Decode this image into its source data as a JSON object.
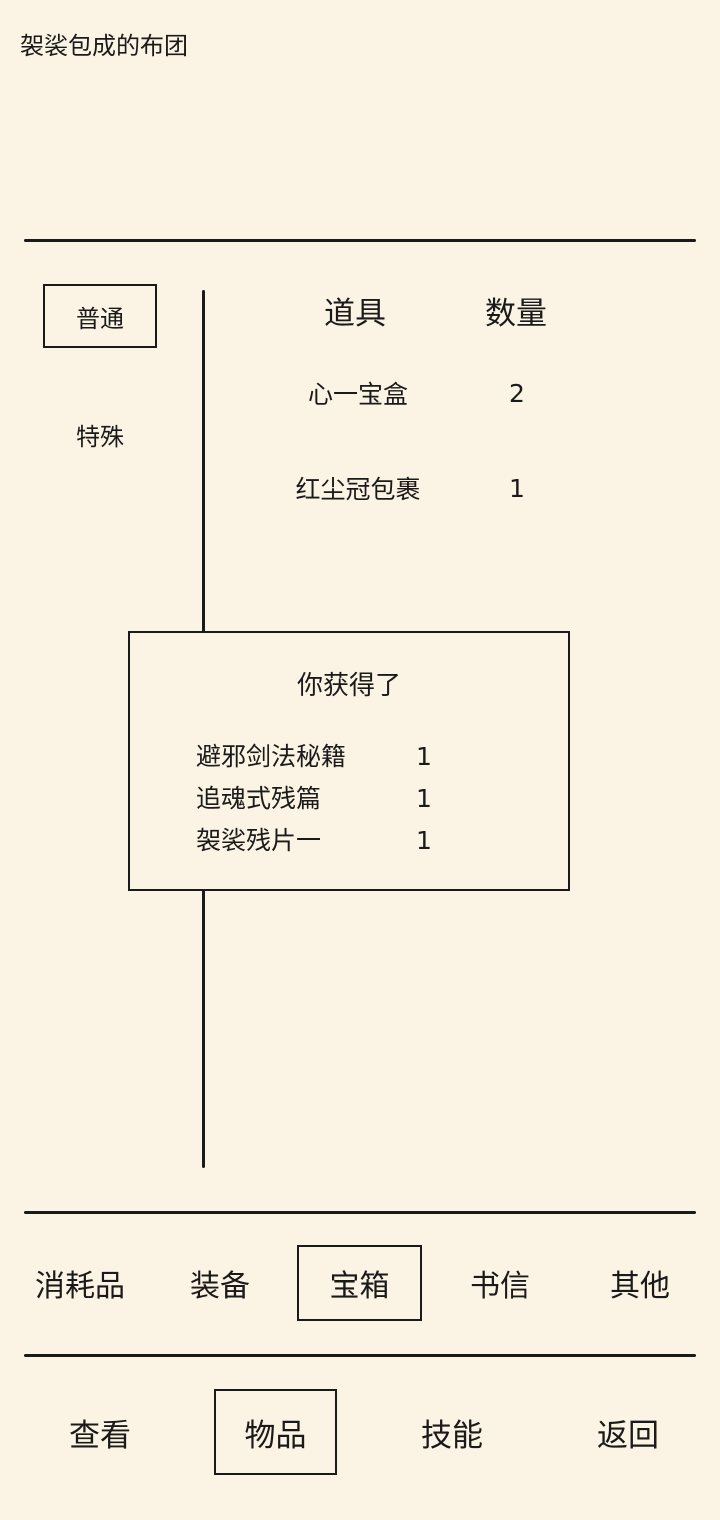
{
  "title": "袈裟包成的布团",
  "side_tabs": [
    {
      "label": "普通",
      "selected": true
    },
    {
      "label": "特殊",
      "selected": false
    }
  ],
  "table": {
    "headers": [
      "道具",
      "数量"
    ],
    "rows": [
      {
        "name": "心一宝盒",
        "count": "2"
      },
      {
        "name": "红尘冠包裹",
        "count": "1"
      }
    ]
  },
  "popup": {
    "title": "你获得了",
    "items": [
      {
        "name": "避邪剑法秘籍",
        "count": "1"
      },
      {
        "name": "追魂式残篇",
        "count": "1"
      },
      {
        "name": "袈裟残片一",
        "count": "1"
      }
    ]
  },
  "category_tabs": [
    {
      "label": "消耗品",
      "selected": false
    },
    {
      "label": "装备",
      "selected": false
    },
    {
      "label": "宝箱",
      "selected": true
    },
    {
      "label": "书信",
      "selected": false
    },
    {
      "label": "其他",
      "selected": false
    }
  ],
  "bottom_nav": [
    {
      "label": "查看",
      "selected": false
    },
    {
      "label": "物品",
      "selected": true
    },
    {
      "label": "技能",
      "selected": false
    },
    {
      "label": "返回",
      "selected": false
    }
  ],
  "colors": {
    "background": "#fbf3e3",
    "ink": "#1a1a1a"
  }
}
